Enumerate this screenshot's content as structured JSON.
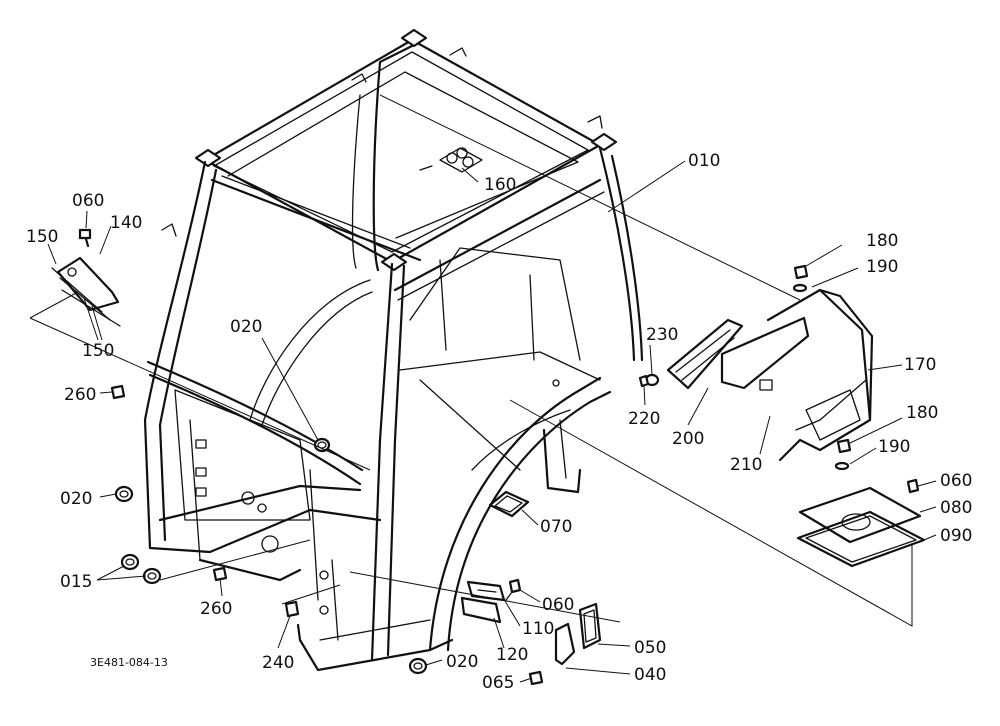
{
  "drawing_number": "3E481-084-13",
  "labels": {
    "p010": "010",
    "p015": "015",
    "p020_a": "020",
    "p020_b": "020",
    "p020_c": "020",
    "p040": "040",
    "p050": "050",
    "p060_a": "060",
    "p060_b": "060",
    "p060_c": "060",
    "p065": "065",
    "p070": "070",
    "p080": "080",
    "p090": "090",
    "p110": "110",
    "p120": "120",
    "p140": "140",
    "p150_a": "150",
    "p150_b": "150",
    "p160": "160",
    "p170": "170",
    "p180_a": "180",
    "p180_b": "180",
    "p190_a": "190",
    "p190_b": "190",
    "p200": "200",
    "p210": "210",
    "p220": "220",
    "p230": "230",
    "p240": "240",
    "p260_a": "260",
    "p260_b": "260"
  }
}
